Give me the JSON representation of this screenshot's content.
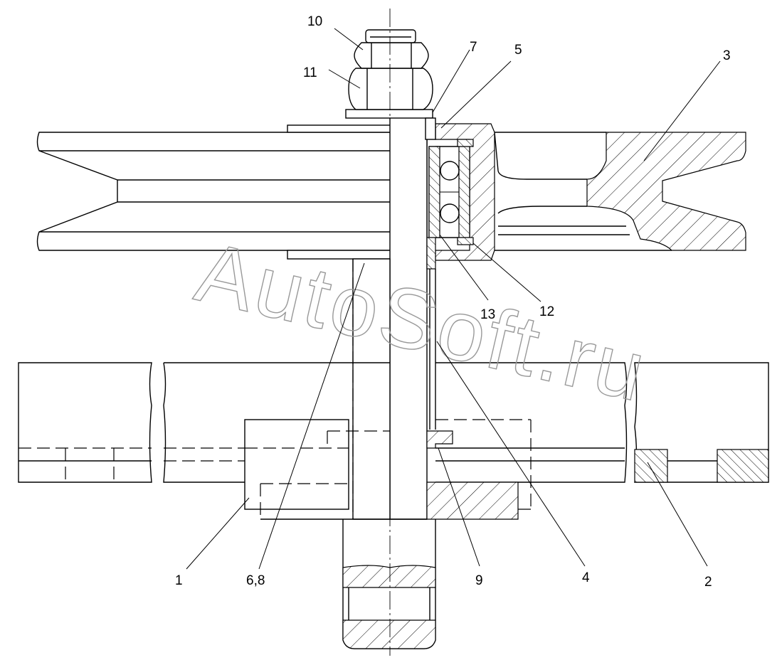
{
  "callouts": [
    {
      "id": "c1",
      "text": "1"
    },
    {
      "id": "c2",
      "text": "2"
    },
    {
      "id": "c3",
      "text": "3"
    },
    {
      "id": "c4",
      "text": "4"
    },
    {
      "id": "c5",
      "text": "5"
    },
    {
      "id": "c68",
      "text": "6,8"
    },
    {
      "id": "c7",
      "text": "7"
    },
    {
      "id": "c9",
      "text": "9"
    },
    {
      "id": "c10",
      "text": "10"
    },
    {
      "id": "c11",
      "text": "11"
    },
    {
      "id": "c12",
      "text": "12"
    },
    {
      "id": "c13",
      "text": "13"
    }
  ],
  "watermark": "AutoSoft.ru"
}
